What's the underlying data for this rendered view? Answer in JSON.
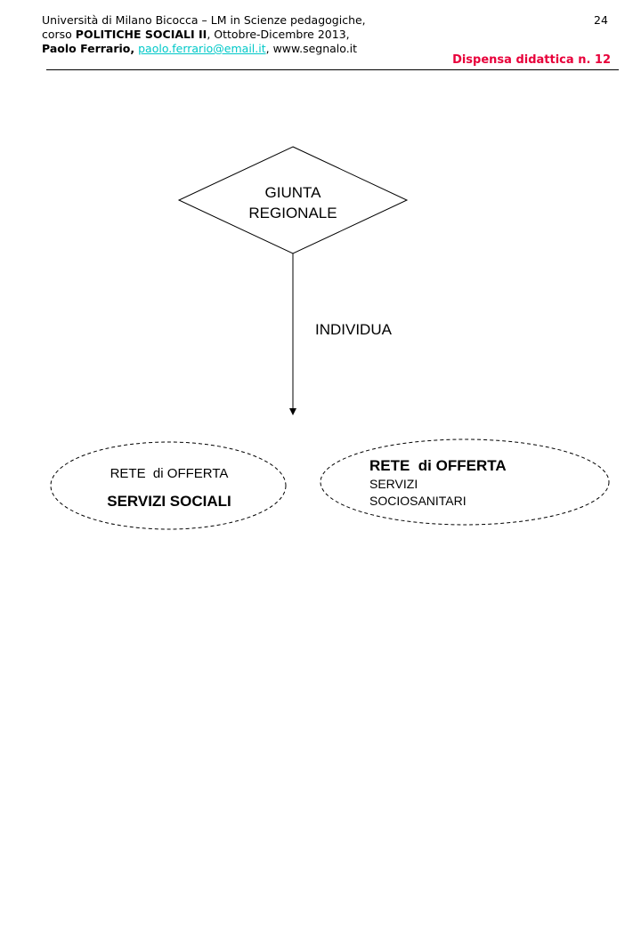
{
  "header": {
    "line1": "Università di Milano Bicocca – LM in Scienze pedagogiche,",
    "line2_prefix": "corso ",
    "course": "POLITICHE SOCIALI II",
    "line2_suffix": ", Ottobre-Dicembre 2013,",
    "author": "Paolo Ferrario,",
    "email": "paolo.ferrario@email.it",
    "site": ", www.segnalo.it",
    "page_number": "24",
    "dispensa": "Dispensa didattica n. 12"
  },
  "diagram": {
    "top_node": [
      "GIUNTA",
      "REGIONALE"
    ],
    "edge_label": "INDIVIDUA",
    "left_node": {
      "line1": "RETE  di OFFERTA",
      "line2": "SERVIZI SOCIALI"
    },
    "right_node": {
      "line1": "RETE  di OFFERTA",
      "line2": "SERVIZI",
      "line3": "SOCIOSANITARI"
    }
  }
}
